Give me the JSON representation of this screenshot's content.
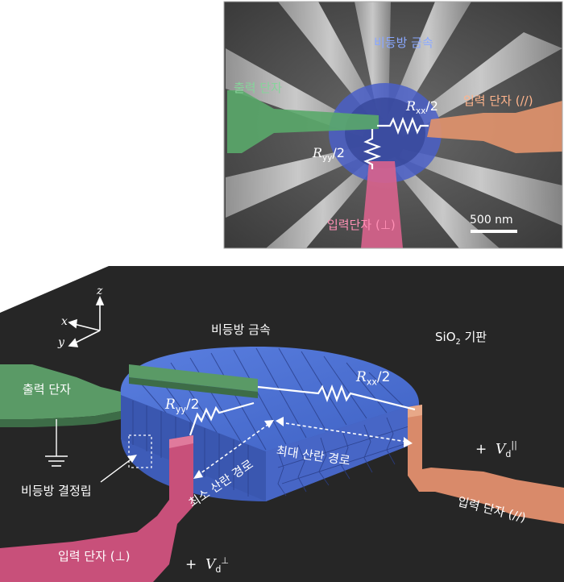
{
  "sem_panel": {
    "label_metal": "비등방 금속",
    "label_output": "출력 단자",
    "label_input_par": "입력 단자 (//)",
    "label_input_perp": "입력단자 (⊥)",
    "label_rxx_r": "R",
    "label_rxx_sub": "xx",
    "label_rxx_tail": "/2",
    "label_ryy_r": "R",
    "label_ryy_sub": "yy",
    "label_ryy_tail": "/2",
    "scale_bar": "500 nm"
  },
  "device_panel": {
    "axis_z": "z",
    "axis_x": "x",
    "axis_y": "y",
    "label_metal": "비등방 금속",
    "label_substrate_main": "SiO",
    "label_substrate_sub": "2",
    "label_substrate_tail": " 기판",
    "label_output": "출력 단자",
    "label_rxx_r": "R",
    "label_rxx_sub": "xx",
    "label_rxx_tail": "/2",
    "label_ryy_r": "R",
    "label_ryy_sub": "yy",
    "label_ryy_tail": "/2",
    "label_grain": "비등방 결정립",
    "label_min_path": "최소 산란 경로",
    "label_max_path": "최대 산란 경로",
    "label_input_par": "입력 단자 (//)",
    "label_input_perp": "입력 단자 (⊥)",
    "label_vpar_plus": "+",
    "label_vpar_v": "V",
    "label_vpar_sub": "d",
    "label_vpar_sup": "||",
    "label_vperp_plus": "+",
    "label_vperp_v": "V",
    "label_vperp_sub": "d",
    "label_vperp_sup": "⊥"
  },
  "colors": {
    "background": "#ffffff",
    "substrate": "#262626",
    "metal": "#4a6fd0",
    "metal_dark": "#3552a6",
    "output_green": "#4e8a5a",
    "input_orange": "#d98a6a",
    "input_pink": "#c8507a"
  }
}
